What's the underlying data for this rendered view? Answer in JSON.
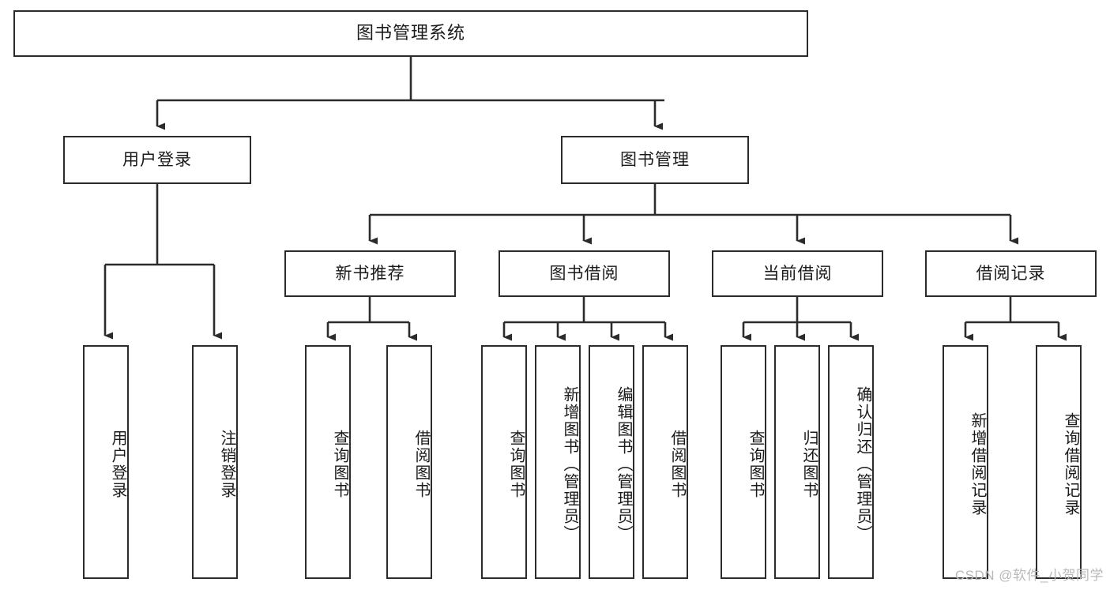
{
  "diagram": {
    "type": "tree-hierarchy-chart",
    "title": "图书管理系统",
    "background_color": "#ffffff",
    "line_color": "#2b2b2b",
    "text_color": "#1a1a1a",
    "root": {
      "label": "图书管理系统",
      "orientation": "horizontal"
    },
    "level1": [
      {
        "label": "用户登录",
        "orientation": "horizontal"
      },
      {
        "label": "图书管理",
        "orientation": "horizontal"
      }
    ],
    "level2": [
      {
        "label": "新书推荐",
        "orientation": "horizontal",
        "parent": "图书管理"
      },
      {
        "label": "图书借阅",
        "orientation": "horizontal",
        "parent": "图书管理"
      },
      {
        "label": "当前借阅",
        "orientation": "horizontal",
        "parent": "图书管理"
      },
      {
        "label": "借阅记录",
        "orientation": "horizontal",
        "parent": "图书管理"
      }
    ],
    "leaves": {
      "用户登录": [
        {
          "label": "用户登录",
          "orientation": "vertical"
        },
        {
          "label": "注销登录",
          "orientation": "vertical"
        }
      ],
      "新书推荐": [
        {
          "label": "查询图书",
          "orientation": "vertical"
        },
        {
          "label": "借阅图书",
          "orientation": "vertical"
        }
      ],
      "图书借阅": [
        {
          "label": "查询图书",
          "orientation": "vertical"
        },
        {
          "label": "新增图书（管理员）",
          "orientation": "vertical"
        },
        {
          "label": "编辑图书（管理员）",
          "orientation": "vertical"
        },
        {
          "label": "借阅图书",
          "orientation": "vertical"
        }
      ],
      "当前借阅": [
        {
          "label": "查询图书",
          "orientation": "vertical"
        },
        {
          "label": "归还图书",
          "orientation": "vertical"
        },
        {
          "label": "确认归还（管理员）",
          "orientation": "vertical"
        }
      ],
      "借阅记录": [
        {
          "label": "新增借阅记录",
          "orientation": "vertical"
        },
        {
          "label": "查询借阅记录",
          "orientation": "vertical"
        }
      ]
    }
  },
  "watermark": {
    "text": "CSDN @软件_小贺同学"
  }
}
